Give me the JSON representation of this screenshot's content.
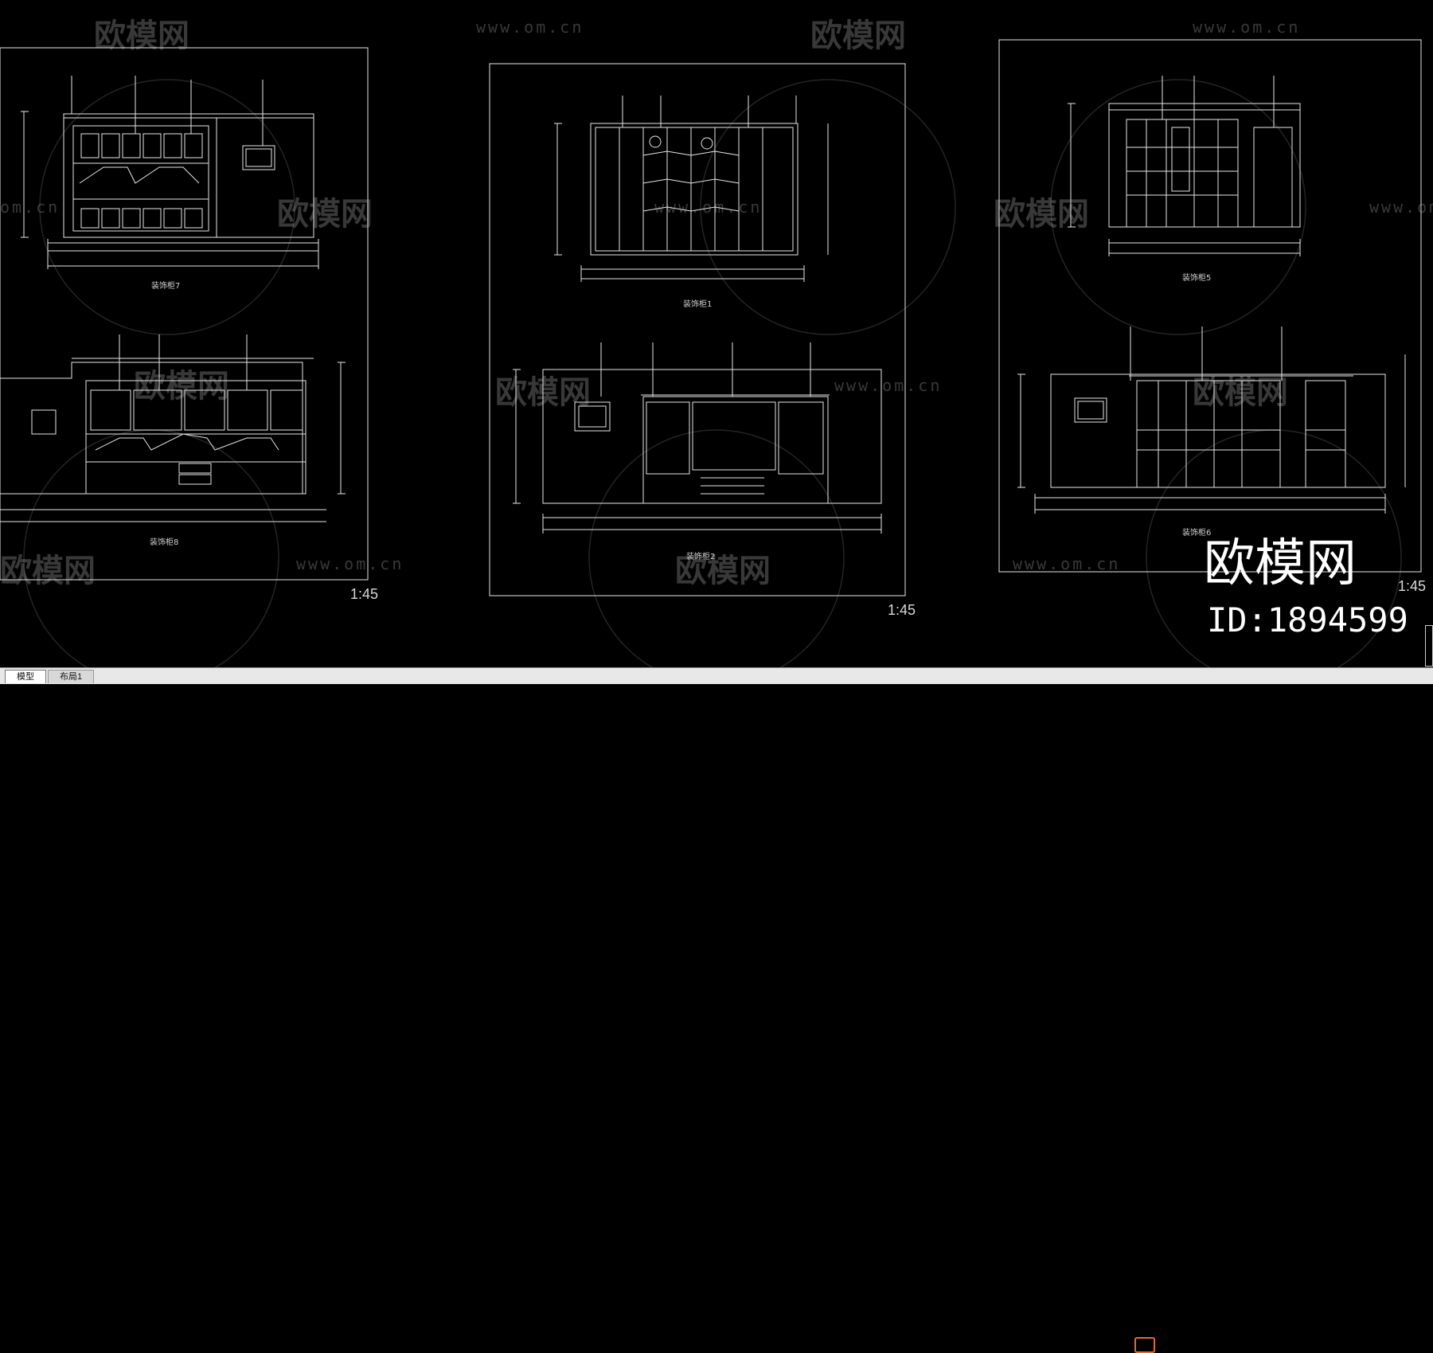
{
  "app": {
    "title": "CAD drawing viewer"
  },
  "watermark": {
    "logo_text": "欧模网",
    "url_text": "www.om.cn",
    "url_partial": "om.cn"
  },
  "sheets": [
    {
      "scale": "1:45",
      "captions": [
        "装饰柜7",
        "装饰柜8"
      ]
    },
    {
      "scale": "1:45",
      "captions": [
        "装饰柜1",
        "装饰柜2"
      ]
    },
    {
      "scale": "1:45",
      "captions": [
        "装饰柜5",
        "装饰柜6"
      ]
    }
  ],
  "brand": {
    "name": "欧模网",
    "id": "ID:1894599"
  },
  "tabs": [
    {
      "label": "模型"
    },
    {
      "label": "布局1"
    }
  ],
  "colors": {
    "background": "#000000",
    "lines": "#e6e6e6",
    "tabbar": "#e8e8e8",
    "accent": "#e8672f"
  },
  "icons": {
    "logo": "sofa-logo-icon"
  }
}
